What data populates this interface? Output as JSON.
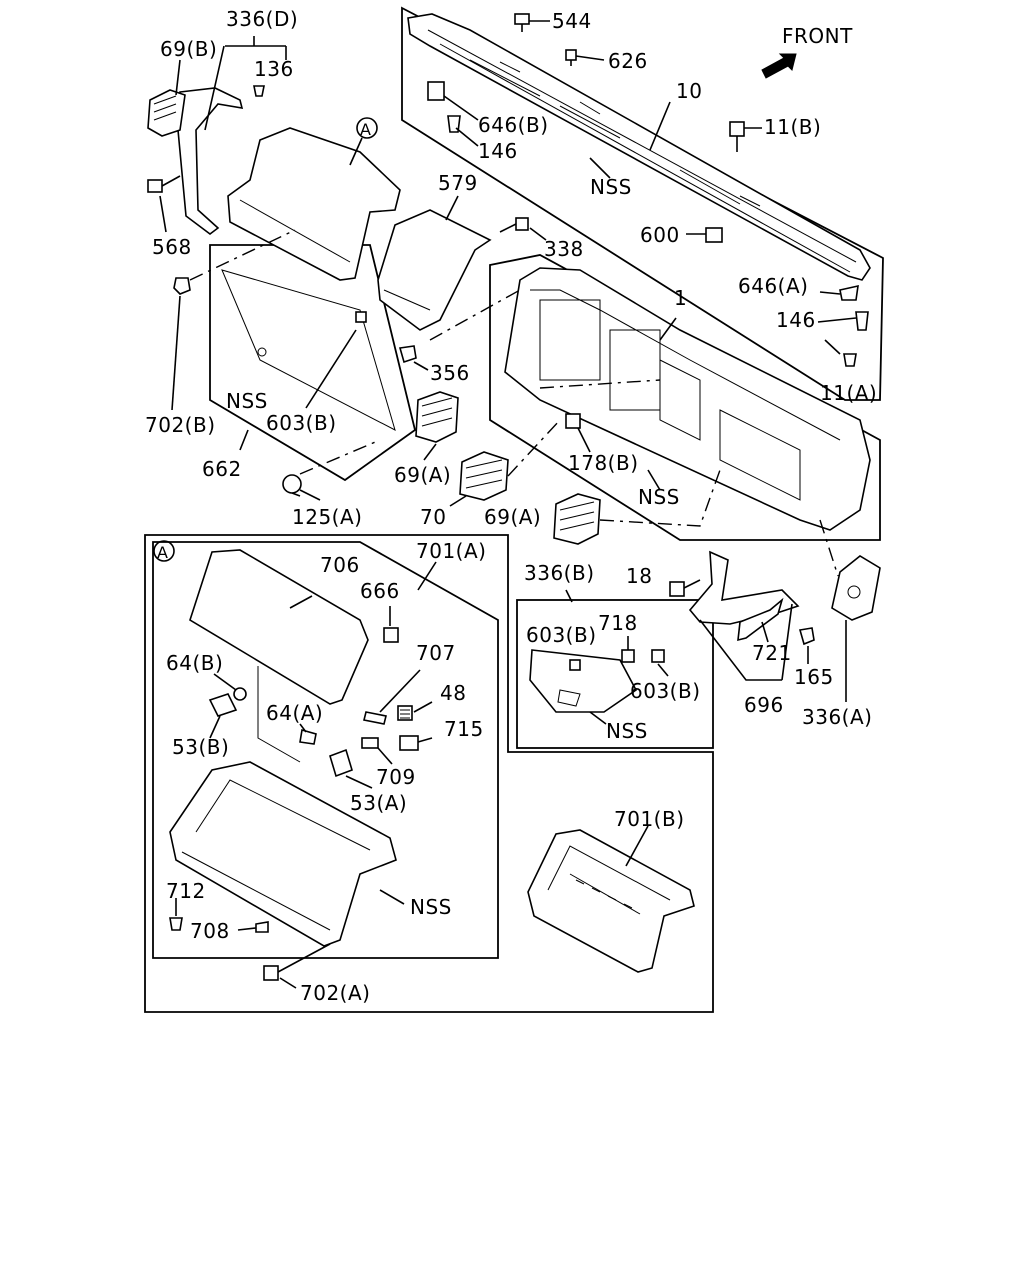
{
  "labels": {
    "front": "FRONT",
    "l336d": "336(D)",
    "l69b": "69(B)",
    "l136": "136",
    "l568": "568",
    "l702b": "702(B)",
    "lA1": "A",
    "lnss1": "NSS",
    "l603b1": "603(B)",
    "l662": "662",
    "l125a": "125(A)",
    "l579": "579",
    "l338": "338",
    "l356": "356",
    "l544": "544",
    "l626": "626",
    "l10": "10",
    "l646b": "646(B)",
    "l146a": "146",
    "l11b": "11(B)",
    "lnss2": "NSS",
    "l600": "600",
    "l646a": "646(A)",
    "l146b": "146",
    "l11a": "11(A)",
    "l1": "1",
    "l178b": "178(B)",
    "lnss3": "NSS",
    "l69a1": "69(A)",
    "l70": "70",
    "l69a2": "69(A)",
    "lA2": "A",
    "l706": "706",
    "l701a": "701(A)",
    "l666": "666",
    "l64b": "64(B)",
    "l707": "707",
    "l48": "48",
    "l64a": "64(A)",
    "l715": "715",
    "l53b": "53(B)",
    "l709": "709",
    "l53a": "53(A)",
    "l712": "712",
    "l708": "708",
    "lnss4": "NSS",
    "l702a": "702(A)",
    "l336b": "336(B)",
    "l718": "718",
    "l603b2": "603(B)",
    "l603b3": "603(B)",
    "lnss5": "NSS",
    "l18": "18",
    "l721": "721",
    "l165": "165",
    "l696": "696",
    "l336a": "336(A)",
    "l701b": "701(B)"
  }
}
